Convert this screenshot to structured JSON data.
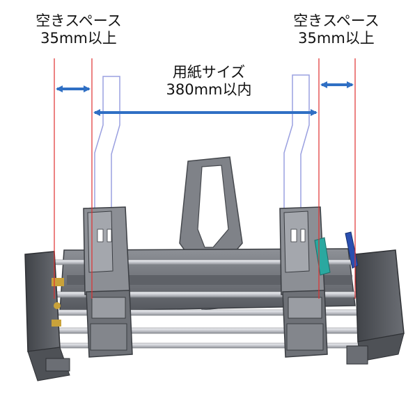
{
  "annotations": {
    "left_clearance": {
      "line1": "空きスペース",
      "line2": "35mm以上"
    },
    "right_clearance": {
      "line1": "空きスペース",
      "line2": "35mm以上"
    },
    "paper_size": {
      "line1": "用紙サイズ",
      "line2": "380mm以内"
    }
  },
  "colors": {
    "arrow": "#2f6fc4",
    "guide_line": "#e03030",
    "machine_dark": "#4a4d52",
    "machine_mid": "#7b7e84",
    "machine_light": "#b5b8bd",
    "rod": "#d7d9de",
    "paper_outline": "#9aa0e0",
    "accent_teal": "#2aa8a0",
    "accent_blue": "#2a4fb0",
    "accent_brass": "#c9a23a"
  }
}
